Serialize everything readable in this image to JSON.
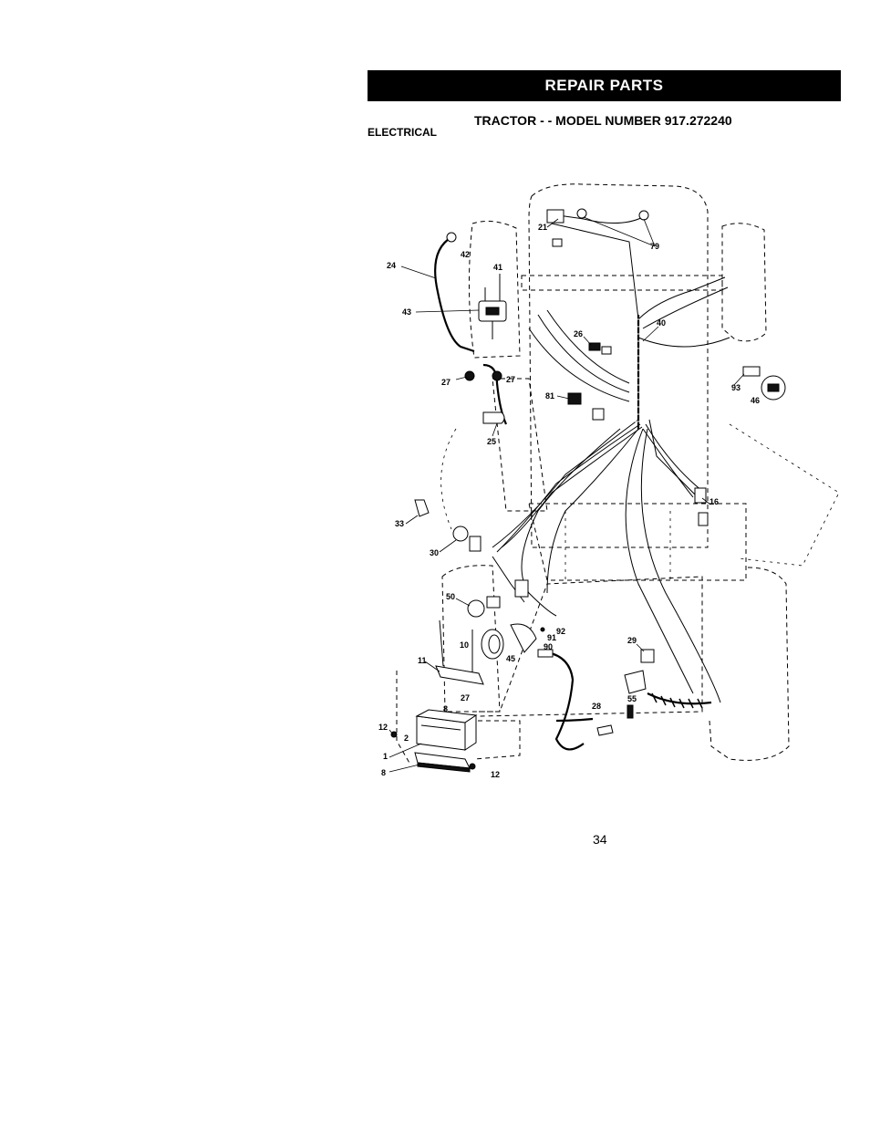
{
  "header": {
    "banner": "REPAIR PARTS",
    "section": "ELECTRICAL",
    "model_title": "TRACTOR - - MODEL NUMBER 917.272240"
  },
  "footer": {
    "page_number": "34"
  },
  "callouts": {
    "c1": "1",
    "c2": "2",
    "c8": "8",
    "c10": "10",
    "c11": "11",
    "c12a": "12",
    "c12b": "12",
    "c16": "16",
    "c21": "21",
    "c24": "24",
    "c25": "25",
    "c26": "26",
    "c27a": "27",
    "c27b": "27",
    "c27c": "27",
    "c28": "28",
    "c29": "29",
    "c30": "30",
    "c33": "33",
    "c40": "40",
    "c41": "41",
    "c42": "42",
    "c43": "43",
    "c45": "45",
    "c46": "46",
    "c50": "50",
    "c55": "55",
    "c79": "79",
    "c81": "81",
    "c90": "90",
    "c91": "91",
    "c92": "92",
    "c93": "93"
  }
}
